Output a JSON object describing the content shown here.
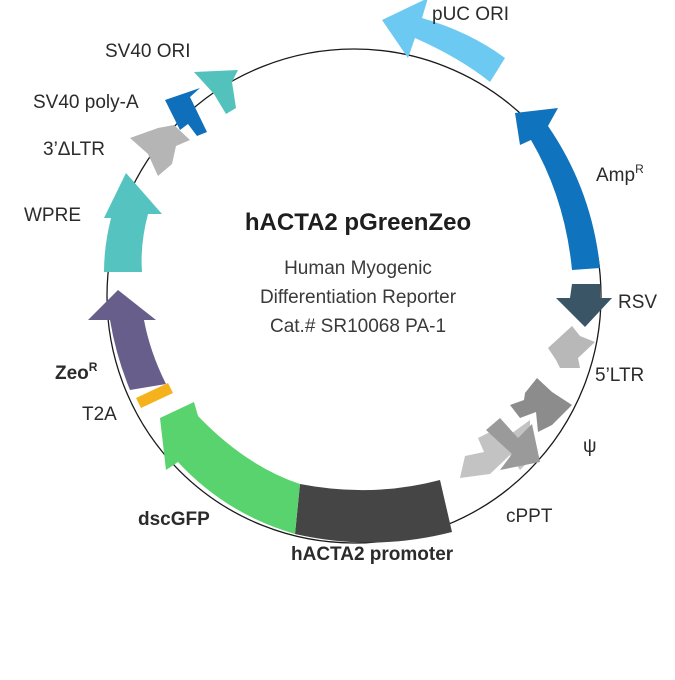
{
  "plasmid": {
    "name": "hACTA2 pGreenZeo",
    "subtitle_lines": [
      "Human Myogenic",
      "Differentiation Reporter",
      "Cat.# SR10068 PA-1"
    ]
  },
  "features": [
    {
      "id": "puc-ori",
      "label": "pUC ORI",
      "color": "#6bc9f2",
      "bold": false
    },
    {
      "id": "amp",
      "label": "Amp",
      "superscript": "R",
      "color": "#0f74bd",
      "bold": false
    },
    {
      "id": "rsv",
      "label": "RSV",
      "color": "#3a5566",
      "bold": false
    },
    {
      "id": "five-ltr",
      "label": "5’LTR",
      "color": "#b8b8b8",
      "bold": false
    },
    {
      "id": "psi",
      "label": "ψ",
      "color": "#8c8c8c",
      "bold": false
    },
    {
      "id": "cppt",
      "label": "cPPT",
      "color": "#c3c3c3",
      "bold": false
    },
    {
      "id": "hacta2-promoter",
      "label": "hACTA2 promoter",
      "color": "#454545",
      "bold": true
    },
    {
      "id": "dscgfp",
      "label": "dscGFP",
      "color": "#58d36e",
      "bold": true
    },
    {
      "id": "t2a",
      "label": "T2A",
      "color": "#f6b21a",
      "bold": false
    },
    {
      "id": "zeo",
      "label": "Zeo",
      "superscript": "R",
      "color": "#675e8c",
      "bold": true
    },
    {
      "id": "wpre",
      "label": "WPRE",
      "color": "#55c3bf",
      "bold": false
    },
    {
      "id": "three-dltr",
      "label": "3’ΔLTR",
      "color": "#b5b5b5",
      "bold": false
    },
    {
      "id": "sv40-polya",
      "label": "SV40 poly-A",
      "color": "#0f6fba",
      "bold": false
    },
    {
      "id": "sv40-ori",
      "label": "SV40 ORI",
      "color": "#53c2bc",
      "bold": false
    }
  ]
}
